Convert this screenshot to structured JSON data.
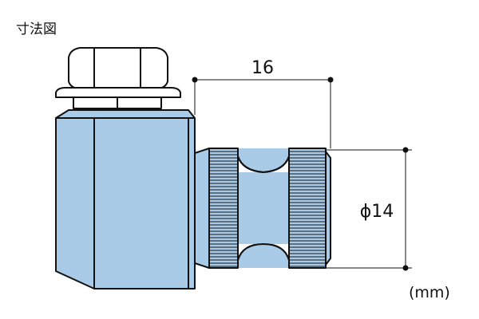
{
  "title": "寸法図",
  "unit": "(mm)",
  "dimensions": {
    "length": "16",
    "diameter": "ϕ14"
  },
  "colors": {
    "body": "#a9cbe8",
    "body_dark": "#8fb6d8",
    "outline": "#111111",
    "bolt": "#ffffff"
  }
}
